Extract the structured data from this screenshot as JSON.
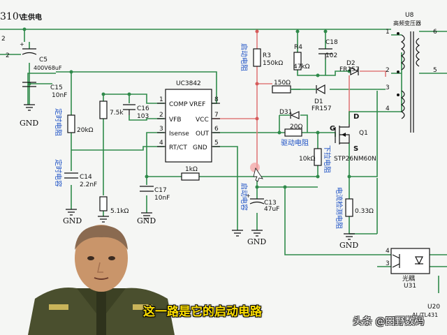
{
  "schematic": {
    "supply_voltage": "310v",
    "supply_title": "主供电",
    "ground": "GND",
    "ic": {
      "name": "UC3842",
      "pins_left": [
        "COMP",
        "VFB",
        "Isense",
        "RT/CT"
      ],
      "pins_right": [
        "VREF",
        "VCC",
        "OUT",
        "GND"
      ],
      "pin_numbers_left": [
        "1",
        "2",
        "3",
        "4"
      ],
      "pin_numbers_right": [
        "8",
        "7",
        "6",
        "5"
      ]
    },
    "transformer": {
      "ref": "U8",
      "name": "高频变压器",
      "pins_left": [
        "1",
        "2",
        "3",
        "4"
      ],
      "pins_right": [
        "6",
        "5"
      ]
    },
    "components": {
      "c5": {
        "ref": "C5",
        "value": "400V68uF"
      },
      "c15": {
        "ref": "C15",
        "value": "10nF"
      },
      "r_20k": {
        "ref": "",
        "value": "20kΩ"
      },
      "c14": {
        "ref": "C14",
        "value": "2.2nF"
      },
      "r_7k5": {
        "ref": "",
        "value": "7.5k"
      },
      "c16": {
        "ref": "C16",
        "value": "103"
      },
      "r_5k1": {
        "ref": "",
        "value": "5.1kΩ"
      },
      "c17": {
        "ref": "C17",
        "value": "10nF"
      },
      "r_1k": {
        "ref": "",
        "value": "1kΩ"
      },
      "r3": {
        "ref": "R3",
        "value": "150kΩ"
      },
      "r4": {
        "ref": "R4",
        "value": "47kΩ"
      },
      "c18": {
        "ref": "C18",
        "value": "102"
      },
      "d2": {
        "ref": "D2",
        "value": "FR157"
      },
      "r_150": {
        "ref": "",
        "value": "150Ω"
      },
      "d1": {
        "ref": "D1",
        "value": "FR157"
      },
      "d31": {
        "ref": "D31",
        "value": ""
      },
      "r_20": {
        "ref": "",
        "value": "20Ω"
      },
      "r_10k": {
        "ref": "",
        "value": "10kΩ"
      },
      "c13": {
        "ref": "C13",
        "value": "47uF"
      },
      "q1": {
        "ref": "Q1",
        "value": "STP26NM60N",
        "d": "D",
        "g": "G",
        "s": "S"
      },
      "r_033": {
        "ref": "",
        "value": "0.33Ω"
      },
      "optocoupler": {
        "ref": "U31",
        "name": "光耦",
        "pin_a": "4",
        "pin_b": "3"
      },
      "u20": {
        "ref": "U20",
        "partial": "AL/TL431"
      }
    },
    "annotations": {
      "timing_resistor": "定时电阻",
      "timing_capacitor": "定时电容",
      "startup_resistor": "启动电阻",
      "startup_capacitor": "启动电容",
      "drive_resistor": "驱动电阻",
      "pulldown_resistor": "下拉电阻",
      "current_sense_resistor": "电流检测电阻"
    },
    "left_edge_pins": [
      "2",
      "2"
    ]
  },
  "subtitle": "这一路是它的启动电路",
  "watermark": "头条 @田野数码",
  "colors": {
    "wire": "#2f8a4a",
    "highlight": "#e07a7a",
    "annotation": "#1a4fc4",
    "subtitle": "#ffe000"
  }
}
